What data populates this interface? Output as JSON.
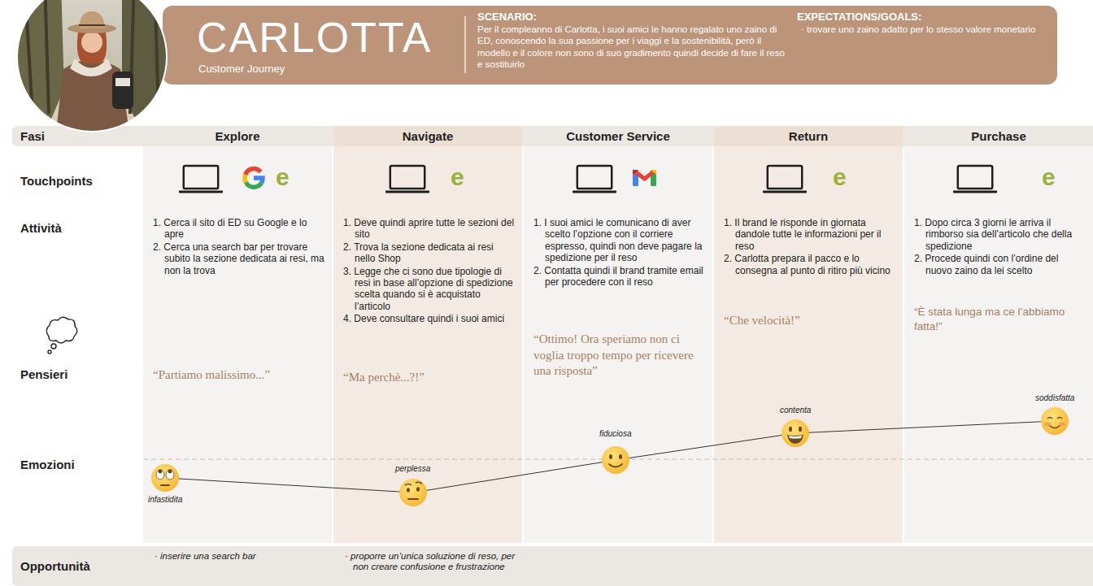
{
  "diagram": {
    "nodes": [
      {
        "text": [
          "CARLOTTA",
          "Customer Journey",
          "SCENARIO:",
          "Per il compleanno di Carlotta, i suoi amici le hanno regalato uno zaino di ED, conoscendo la sua passione per i viaggi e la sostenibilità, però il modello e il colore non sono di suo gradimento quindi decide di fare il reso e sostituirlo",
          "EXPECTATIONS/GOALS:",
          "· trovare uno zaino adatto per lo stesso valore monetario"
        ]
      },
      {
        "text": [
          "Fasi"
        ]
      },
      {
        "text": [
          "Explore",
          "1. Cerca il sito di ED su Google e lo apre",
          "2. Cerca una search bar per trovare subito la sezione dedicata ai resi, ma non la trova",
          "“Partiamo malissimo...”"
        ]
      },
      {
        "text": [
          "Navigate",
          "1. Deve quindi aprire tutte le sezioni del sito",
          "2. Trova la sezione dedicata ai resi nello Shop",
          "3. Legge che ci sono due tipologie di resi in base all’opzione di spedizione scelta quando si è acquistato l’articolo",
          "4. Deve consultare quindi i suoi amici",
          "“Ma perchè...?!”"
        ]
      },
      {
        "text": [
          "Customer Service",
          "1. I suoi amici le comunicano di aver scelto l’opzione con il corriere espresso, quindi non deve pagare la spedizione per il reso",
          "2. Contatta quindi il brand tramite email per procedere con il reso",
          "“Ottimo! Ora speriamo non ci voglia troppo tempo per ricevere una risposta”"
        ]
      },
      {
        "text": [
          "Return",
          "1. Il brand le risponde in giornata dandole tutte le informazioni per il reso",
          "2. Carlotta prepara il pacco e lo consegna al punto di ritiro più vicino",
          "“Che velocità!”"
        ]
      },
      {
        "text": [
          "Purchase",
          "1. Dopo circa 3 giorni le arriva il rimborso sia dell’articolo che della spedizione",
          "2. Procede quindi con l’ordine del nuovo zaino da lei scelto",
          "“È stata lunga ma ce l’abbiamo fatta!”"
        ]
      },
      {
        "text": [
          "Opportunità",
          "· inserire una search bar",
          "· proporre un’unica soluzione di reso, per non creare confusione e frustrazione"
        ]
      }
    ],
    "labels": [
      "Touchpoints",
      "Attività",
      "Pensieri",
      "Emozioni",
      "infastidita",
      "perplessa",
      "fiduciosa",
      "contenta",
      "soddisfatta",
      "e",
      "e",
      "e",
      "e"
    ]
  }
}
